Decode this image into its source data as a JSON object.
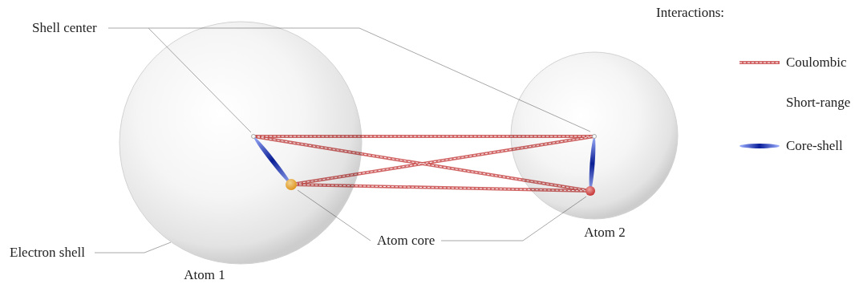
{
  "diagram": {
    "nodes": [
      {
        "text": [
          "Atom 1"
        ]
      },
      {
        "text": [
          "Atom 2"
        ]
      }
    ],
    "labels": [
      "Shell center",
      "Electron shell",
      "Atom core",
      "Interactions:"
    ],
    "legend": [
      {
        "text": "Coulombic"
      },
      {
        "text": "Short-range"
      },
      {
        "text": "Core-shell"
      }
    ]
  }
}
